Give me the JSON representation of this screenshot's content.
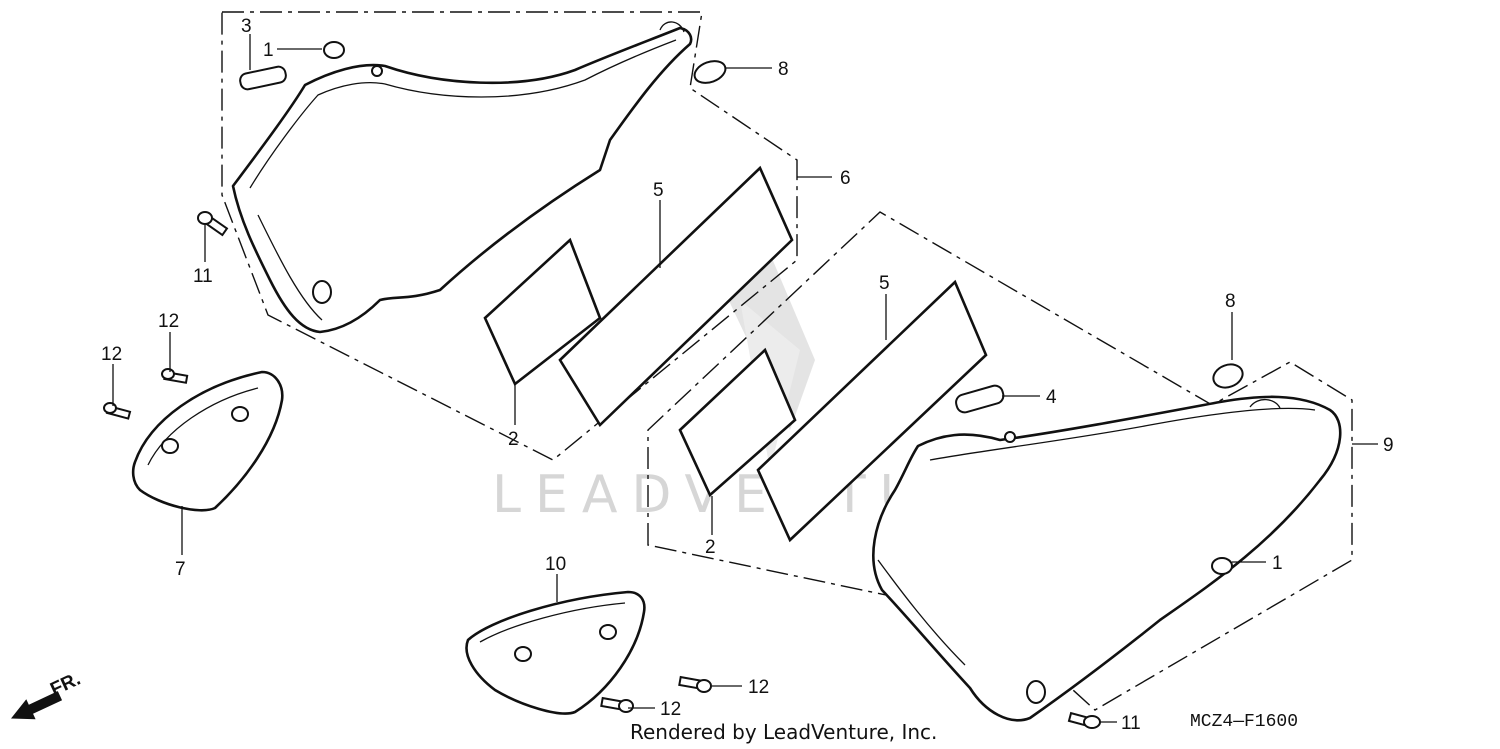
{
  "callouts": {
    "c1a": "1",
    "c3": "3",
    "c8a": "8",
    "c6": "6",
    "c5a": "5",
    "c11a": "11",
    "c2a": "2",
    "c12a": "12",
    "c12b": "12",
    "c7": "7",
    "c5b": "5",
    "c8b": "8",
    "c4": "4",
    "c9": "9",
    "c2b": "2",
    "c1b": "1",
    "c10": "10",
    "c12c": "12",
    "c12d": "12",
    "c11b": "11"
  },
  "diagram_code": "MCZ4—F1600",
  "direction_label": "FR.",
  "watermark": "LEADVENTURE",
  "footer": "Rendered by LeadVenture, Inc."
}
